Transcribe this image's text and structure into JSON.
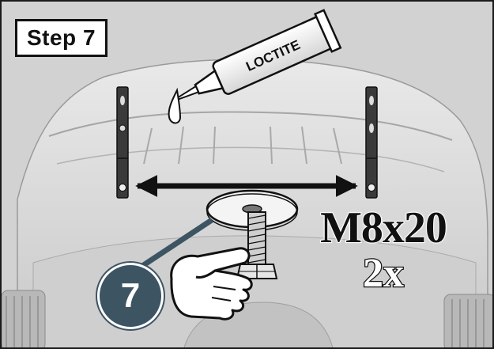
{
  "step": {
    "label": "Step 7"
  },
  "glue": {
    "label": "LOCTITE"
  },
  "fastener": {
    "size": "M8x20",
    "quantity": "2x"
  },
  "callout": {
    "number": "7"
  },
  "colors": {
    "callout_fill": "#3d5463",
    "arrow": "#111111",
    "background": "#d7d7d7"
  },
  "icons": {
    "glue_tube": "loctite-tube-icon",
    "hand": "pointing-hand-icon",
    "bolt": "hex-bolt-icon",
    "washer": "oval-washer-icon"
  }
}
